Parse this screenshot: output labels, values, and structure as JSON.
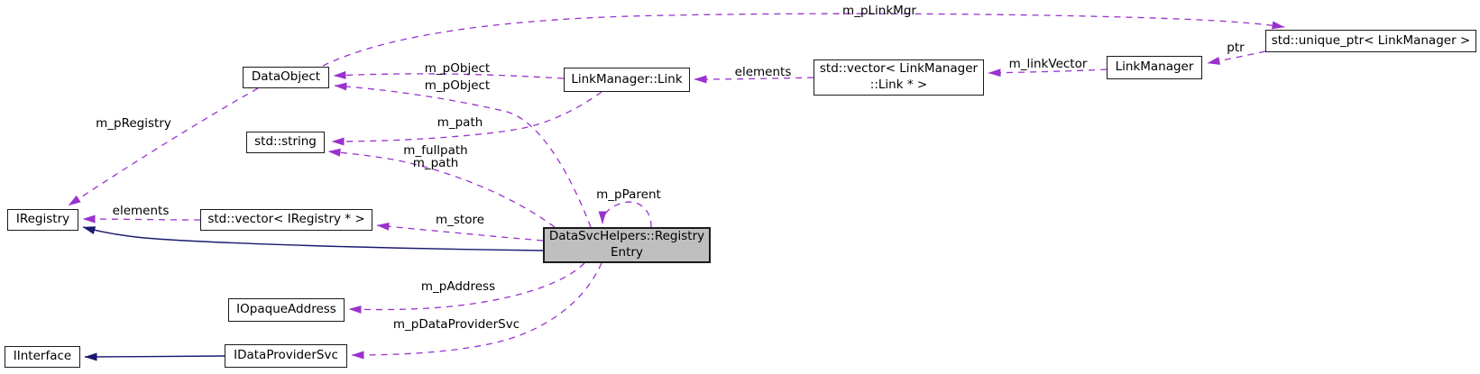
{
  "diagram": {
    "type": "doxygen-collaboration-graph",
    "colors": {
      "association_edge": "#9a32cd",
      "inheritance_edge": "#191970",
      "node_border": "#1a1a1a",
      "node_fill": "#ffffff",
      "highlight_node_fill": "#bfbfbf",
      "background": "#ffffff"
    },
    "nodes": [
      {
        "id": "dataobject",
        "label": "DataObject"
      },
      {
        "id": "std-string",
        "label": "std::string"
      },
      {
        "id": "iregistry",
        "label": "IRegistry"
      },
      {
        "id": "vector-iregistry",
        "label": "std::vector< IRegistry * >"
      },
      {
        "id": "registryentry",
        "label": "DataSvcHelpers::Registry\nEntry",
        "highlighted": true
      },
      {
        "id": "linkmanager-link",
        "label": "LinkManager::Link"
      },
      {
        "id": "vector-linkmanager-link",
        "label": "std::vector< LinkManager\n::Link * >"
      },
      {
        "id": "linkmanager",
        "label": "LinkManager"
      },
      {
        "id": "unique-ptr-linkmanager",
        "label": "std::unique_ptr< LinkManager >"
      },
      {
        "id": "iopaqueaddress",
        "label": "IOpaqueAddress"
      },
      {
        "id": "idataprovidersvc",
        "label": "IDataProviderSvc"
      },
      {
        "id": "iinterface",
        "label": "IInterface"
      }
    ],
    "edges": [
      {
        "label": "m_pLinkMgr",
        "from": "DataObject",
        "to": "std::unique_ptr< LinkManager >",
        "style": "dashed"
      },
      {
        "label": "m_pObject",
        "from": "LinkManager::Link",
        "to": "DataObject",
        "style": "dashed"
      },
      {
        "label": "m_pObject",
        "from": "DataSvcHelpers::RegistryEntry",
        "to": "DataObject",
        "style": "dashed"
      },
      {
        "label": "m_path",
        "from": "LinkManager::Link",
        "to": "std::string",
        "style": "dashed"
      },
      {
        "label": "m_fullpath\nm_path",
        "from": "DataSvcHelpers::RegistryEntry",
        "to": "std::string",
        "style": "dashed"
      },
      {
        "label": "m_pParent",
        "from": "DataSvcHelpers::RegistryEntry",
        "to": "DataSvcHelpers::RegistryEntry",
        "style": "dashed"
      },
      {
        "label": "m_store",
        "from": "DataSvcHelpers::RegistryEntry",
        "to": "std::vector< IRegistry * >",
        "style": "dashed"
      },
      {
        "label": "elements",
        "from": "std::vector< IRegistry * >",
        "to": "IRegistry",
        "style": "dashed"
      },
      {
        "label": "m_pRegistry",
        "from": "DataObject",
        "to": "IRegistry",
        "style": "dashed"
      },
      {
        "label": "elements",
        "from": "std::vector< LinkManager::Link * >",
        "to": "LinkManager::Link",
        "style": "dashed"
      },
      {
        "label": "m_linkVector",
        "from": "LinkManager",
        "to": "std::vector< LinkManager::Link * >",
        "style": "dashed"
      },
      {
        "label": "ptr",
        "from": "std::unique_ptr< LinkManager >",
        "to": "LinkManager",
        "style": "dashed"
      },
      {
        "label": "m_pAddress",
        "from": "DataSvcHelpers::RegistryEntry",
        "to": "IOpaqueAddress",
        "style": "dashed"
      },
      {
        "label": "m_pDataProviderSvc",
        "from": "DataSvcHelpers::RegistryEntry",
        "to": "IDataProviderSvc",
        "style": "dashed"
      },
      {
        "label": "",
        "from": "DataSvcHelpers::RegistryEntry",
        "to": "IRegistry",
        "style": "solid-inheritance"
      },
      {
        "label": "",
        "from": "IDataProviderSvc",
        "to": "IInterface",
        "style": "solid-inheritance"
      }
    ]
  }
}
